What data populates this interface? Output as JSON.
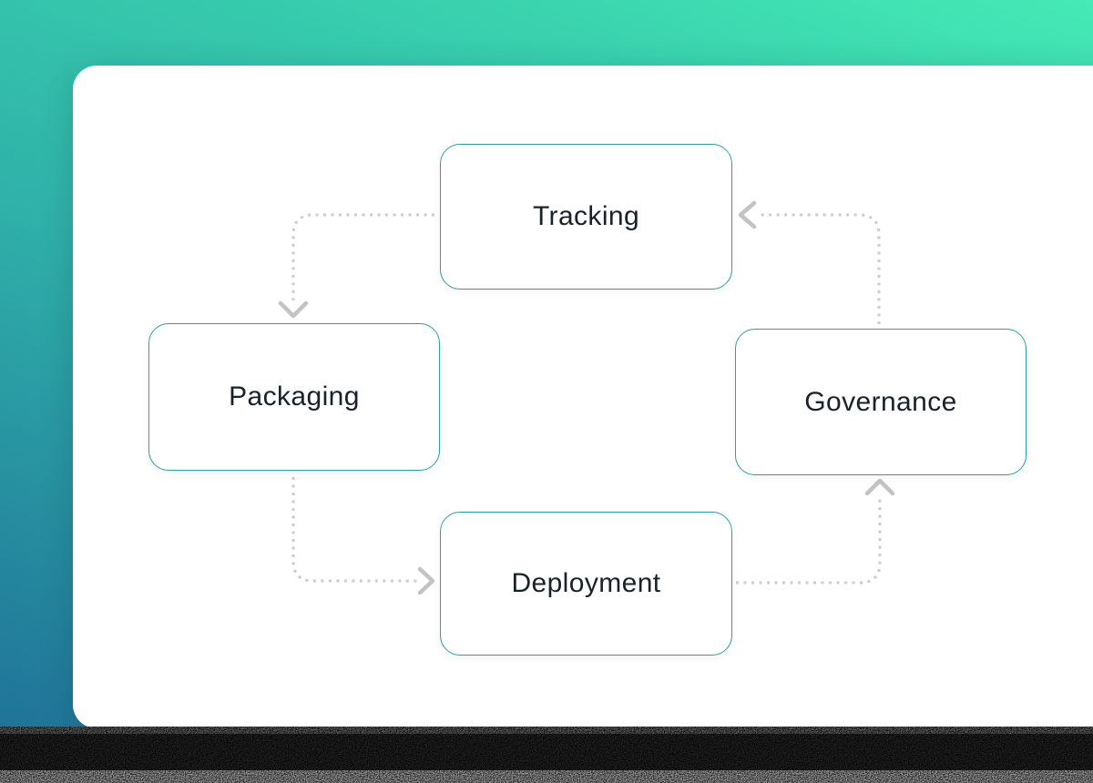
{
  "page": {
    "background_gradient": [
      "#45EAB5",
      "#2FAFA9",
      "#1E6D97"
    ],
    "card_color": "#FFFFFF",
    "shadow_band_color": "#000000"
  },
  "diagram": {
    "type": "cycle",
    "nodes": [
      {
        "id": "tracking",
        "label": "Tracking"
      },
      {
        "id": "packaging",
        "label": "Packaging"
      },
      {
        "id": "governance",
        "label": "Governance"
      },
      {
        "id": "deployment",
        "label": "Deployment"
      }
    ],
    "edges": [
      {
        "from": "tracking",
        "to": "packaging",
        "arrow": "down"
      },
      {
        "from": "packaging",
        "to": "deployment",
        "arrow": "right"
      },
      {
        "from": "deployment",
        "to": "governance",
        "arrow": "up"
      },
      {
        "from": "governance",
        "to": "tracking",
        "arrow": "left"
      }
    ],
    "colors": {
      "node_border": "#2B9EA2",
      "node_text": "#18222E",
      "connector": "#CBCBCB",
      "arrow": "#C3C3C3"
    }
  }
}
